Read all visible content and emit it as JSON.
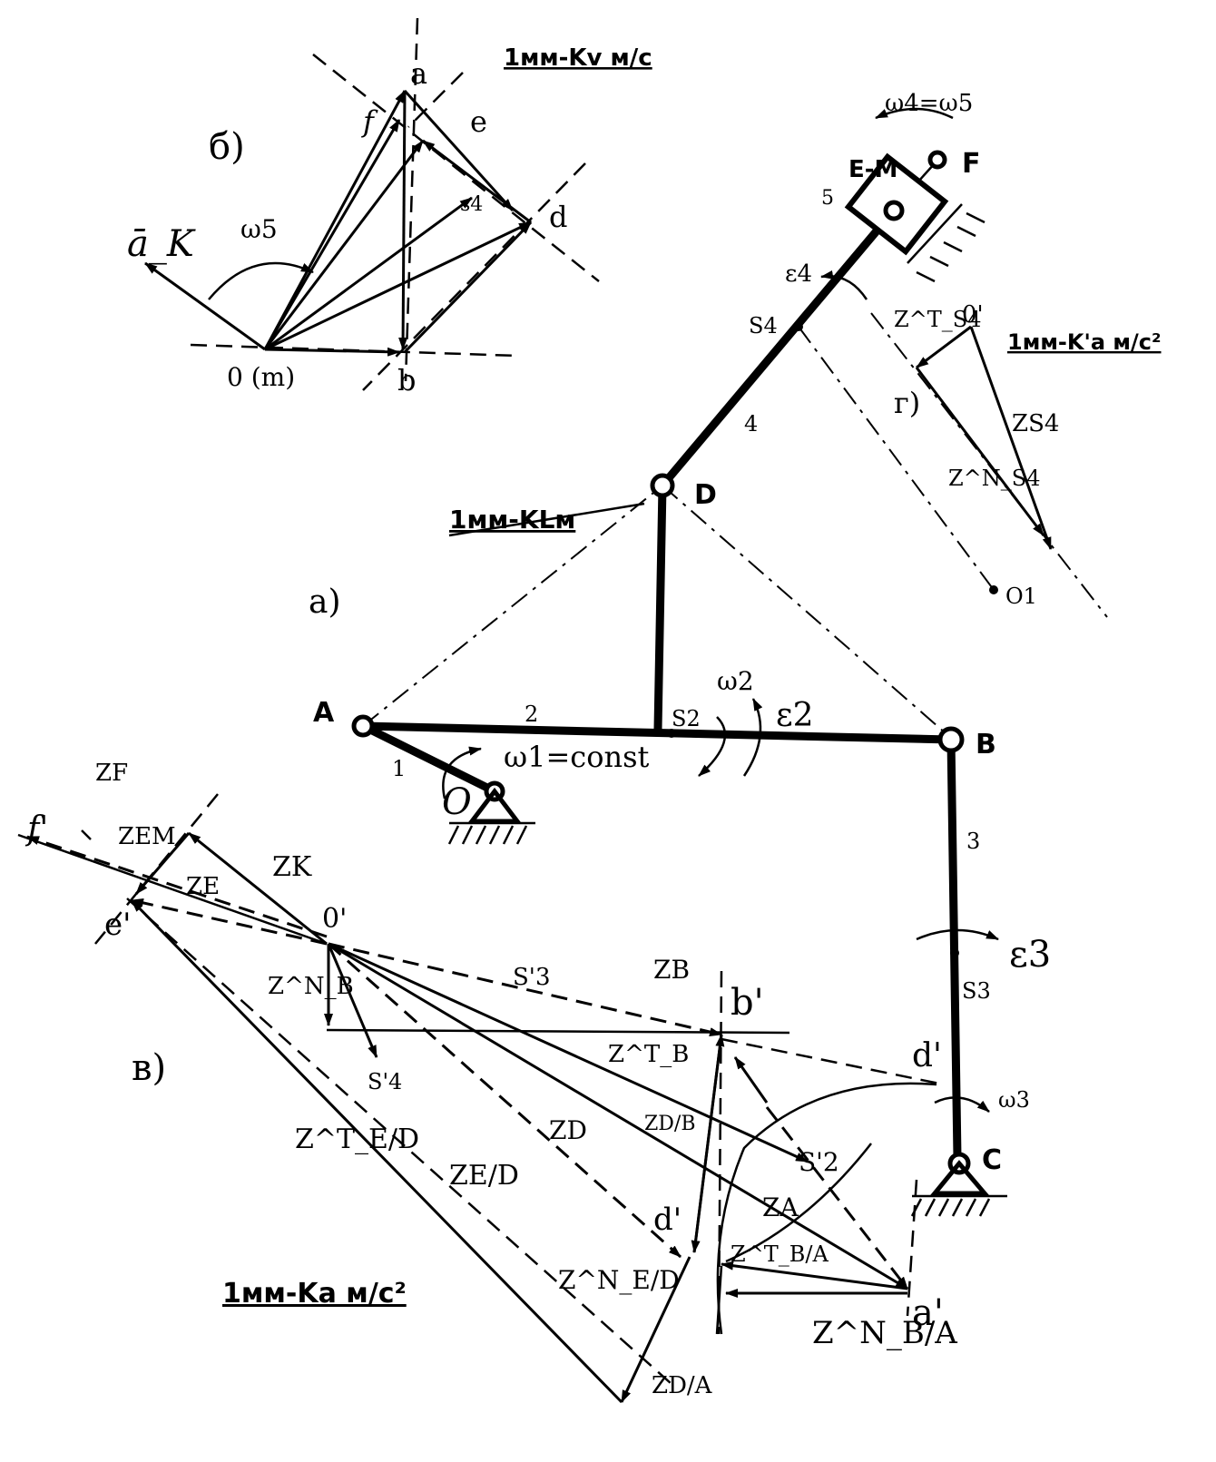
{
  "scales": {
    "velocity": "1мм-Kv м/с",
    "length": "1мм-KLм",
    "accel_main": "1мм-Ka м/с²",
    "accel_s4": "1мм-K'a м/с²"
  },
  "panels": {
    "a": "a)",
    "b": "в)",
    "c": "б)",
    "d": "г)"
  },
  "mechanism": {
    "points": {
      "O": "O",
      "A": "A",
      "B": "B",
      "C": "C",
      "D": "D",
      "F": "F",
      "EM": "E-M",
      "S2": "S2",
      "S3": "S3",
      "S4": "S4",
      "O1": "O1"
    },
    "links": {
      "l1": "1",
      "l2": "2",
      "l3": "3",
      "l4": "4",
      "l5": "5"
    },
    "omega1": "ω1=const",
    "omega2": "ω2",
    "eps2": "ε2",
    "eps3": "ε3",
    "omega3": "ω3",
    "eps4": "ε4",
    "omega45": "ω4=ω5"
  },
  "velocity_plan": {
    "o": "0 (m)",
    "a": "a",
    "b": "b",
    "d": "d",
    "e": "e",
    "f": "f",
    "s4": "s4",
    "omega5": "ω5",
    "ak": "ā_K"
  },
  "accel_plan": {
    "o": "0'",
    "a": "a'",
    "b": "b'",
    "d1": "d'",
    "d2": "d'",
    "e": "e'",
    "f": "f'",
    "ZF": "ZF",
    "ZEM": "ZEM",
    "ZK": "ZK",
    "ZE": "ZE",
    "ZBN": "Z^N_B",
    "S3": "S'3",
    "ZB": "ZB",
    "ZBT": "Z^T_B",
    "S4": "S'4",
    "ZTED": "Z^T_E/D",
    "ZED": "ZE/D",
    "ZD": "ZD",
    "ZDB": "ZD/B",
    "S2": "S'2",
    "ZA": "ZA",
    "ZTBA": "Z^T_B/A",
    "ZNED": "Z^N_E/D",
    "ZDA": "ZD/A",
    "ZNBA": "Z^N_B/A"
  },
  "s4_plan": {
    "o": "0'",
    "ZT": "Z^T_S4",
    "ZN": "Z^N_S4",
    "ZS4": "ZS4"
  }
}
